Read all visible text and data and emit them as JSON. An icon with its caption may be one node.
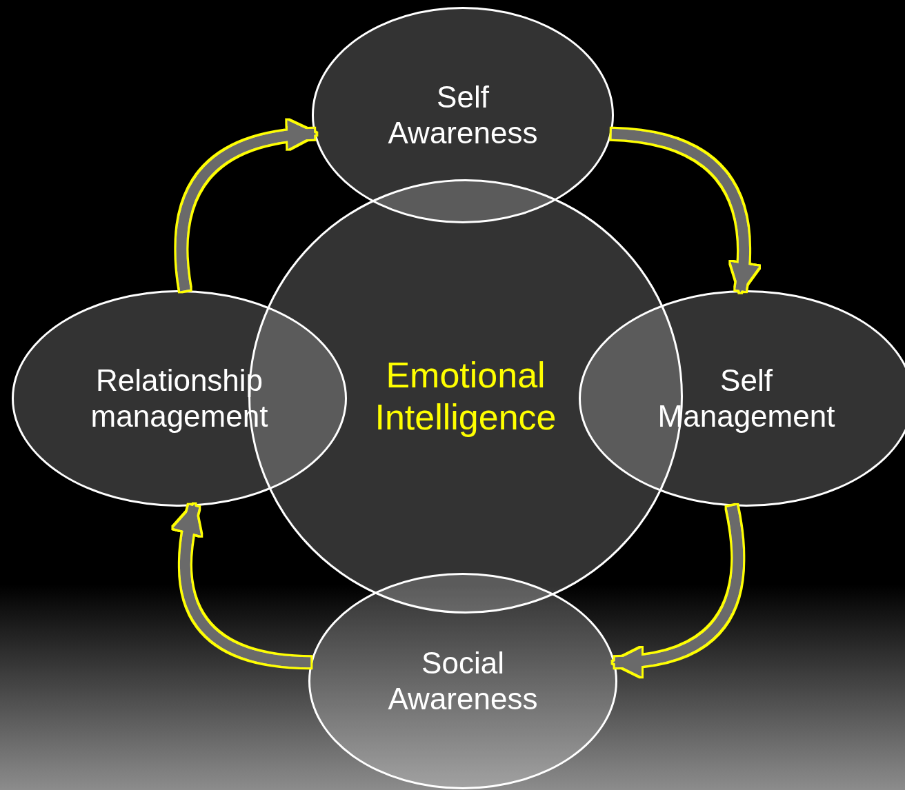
{
  "diagram": {
    "nodes": [
      {
        "text": [
          "Emotional Intelligence"
        ]
      },
      {
        "text": [
          "Self Awareness"
        ]
      },
      {
        "text": [
          "Self Management"
        ]
      },
      {
        "text": [
          "Social Awareness"
        ]
      },
      {
        "text": [
          "Relationship management"
        ]
      }
    ],
    "edges": [
      {
        "from": 1,
        "to": 2,
        "arrow": "to"
      },
      {
        "from": 2,
        "to": 3,
        "arrow": "to"
      },
      {
        "from": 3,
        "to": 4,
        "arrow": "to"
      },
      {
        "from": 4,
        "to": 1,
        "arrow": "to"
      }
    ]
  }
}
